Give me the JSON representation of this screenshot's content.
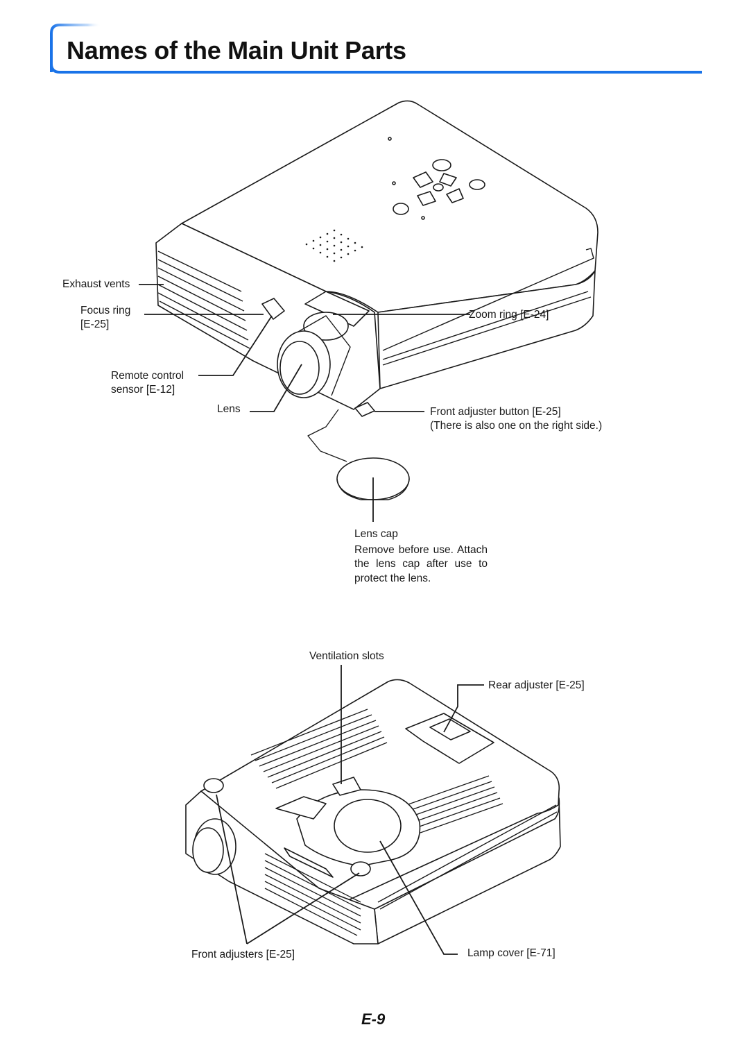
{
  "page": {
    "title": "Names of the Main Unit Parts",
    "page_number": "E-9"
  },
  "colors": {
    "title_accent": "#1a73e8",
    "title_accent_light": "#9cc4f5",
    "line": "#1a1a1a"
  },
  "top_view": {
    "labels": {
      "exhaust_vents": "Exhaust vents",
      "focus_ring": "Focus ring",
      "focus_ring_ref": "[E-25]",
      "zoom_ring": "Zoom ring [E-24]",
      "remote_sensor": "Remote control",
      "remote_sensor_ref": "sensor [E-12]",
      "lens": "Lens",
      "front_adjuster_button": "Front adjuster button [E-25]",
      "front_adjuster_note": "(There is also one on the right side.)",
      "lens_cap": "Lens cap",
      "lens_cap_note": "Remove before use. Attach the lens cap after use to protect the lens."
    }
  },
  "bottom_view": {
    "labels": {
      "ventilation_slots": "Ventilation slots",
      "rear_adjuster": "Rear adjuster [E-25]",
      "front_adjusters": "Front adjusters [E-25]",
      "lamp_cover": "Lamp cover [E-71]"
    }
  }
}
